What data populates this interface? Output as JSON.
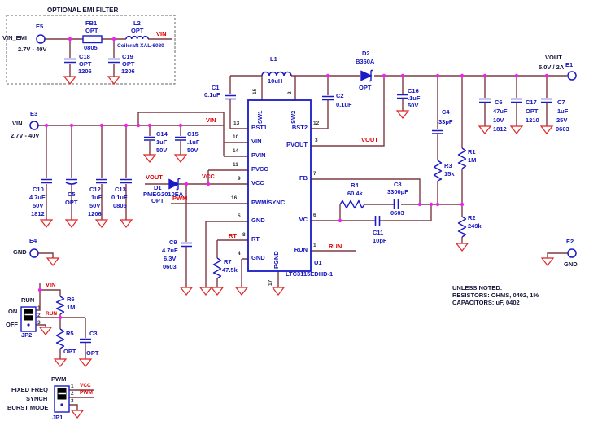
{
  "emi": {
    "title": "OPTIONAL EMI FILTER",
    "e5": "E5",
    "port": "VIN_EMI",
    "range": "2.7V - 40V",
    "fb1": [
      "FB1",
      "OPT",
      "0805"
    ],
    "l2": [
      "L2",
      "OPT"
    ],
    "l2_note": "Coilcraft XAL-6030",
    "vin": "VIN",
    "c18": [
      "C18",
      "OPT",
      "1206"
    ],
    "c19": [
      "C19",
      "OPT",
      "1206"
    ]
  },
  "input": {
    "e3": "E3",
    "port": "VIN",
    "range": "2.7V - 40V",
    "vin": "VIN",
    "c10": [
      "C10",
      "4.7uF",
      "50V",
      "1812"
    ],
    "c5": [
      "C5",
      "OPT"
    ],
    "c12": [
      "C12",
      "1uF",
      "50V",
      "1206"
    ],
    "c13": [
      "C13",
      "0.1uF",
      "0805"
    ],
    "c14": [
      "C14",
      "1uF",
      "50V"
    ],
    "c15": [
      "C15",
      ".1uF",
      "50V"
    ],
    "e4": "E4",
    "e4_port": "GND"
  },
  "top": {
    "c1": [
      "C1",
      "0.1uF"
    ],
    "l1": [
      "L1",
      "10uH"
    ],
    "c2": [
      "C2",
      "0.1uF"
    ],
    "d2": [
      "D2",
      "B360A",
      "OPT"
    ]
  },
  "ic": {
    "u1": "U1",
    "part": "LTC3115EDHD-1",
    "sw1": "SW1",
    "sw2": "SW2",
    "bst1": "BST1",
    "vin": "VIN",
    "pvin": "PVIN",
    "pvcc": "PVCC",
    "vcc": "VCC",
    "pwmsync": "PWM/SYNC",
    "gnd_a": "GND",
    "rt": "RT",
    "gnd_b": "GND",
    "pgnd": "PGND",
    "bst2": "BST2",
    "pvout": "PVOUT",
    "fb": "FB",
    "vc": "VC",
    "run": "RUN",
    "p15": "15",
    "p2": "2",
    "p13": "13",
    "p10": "10",
    "p14": "14",
    "p11": "11",
    "p9": "9",
    "p16": "16",
    "p5": "5",
    "p8": "8",
    "p4": "4",
    "p17": "17",
    "p12": "12",
    "p3": "3",
    "p7": "7",
    "p6": "6",
    "p1": "1"
  },
  "out": {
    "vout": "VOUT",
    "rating": "5.0V / 2A",
    "e1": "E1",
    "vout_net": "VOUT",
    "c16": [
      "C16",
      ".1uF",
      "50V"
    ],
    "c4": [
      "C4",
      "33pF"
    ],
    "r3": [
      "R3",
      "15k"
    ],
    "r1": [
      "R1",
      "1M"
    ],
    "r2": [
      "R2",
      "249k"
    ],
    "c6": [
      "C6",
      "47uF",
      "10V",
      "1812"
    ],
    "c17": [
      "C17",
      "OPT",
      "1210"
    ],
    "c7": [
      "C7",
      "1uF",
      "25V",
      "0603"
    ],
    "e2": "E2",
    "e2_port": "GND"
  },
  "fbk": {
    "r4": [
      "R4",
      "60.4k"
    ],
    "c8": [
      "C8",
      "3300pF",
      "0603"
    ],
    "c11": [
      "C11",
      "10pF"
    ],
    "run": "RUN"
  },
  "vcc": {
    "vout": "VOUT",
    "d1": [
      "D1",
      "PMEG2010EA",
      "OPT"
    ],
    "vcc": "VCC",
    "pwm": "PWM",
    "rt": "RT",
    "c9": [
      "C9",
      "4.7uF",
      "6.3V",
      "0603"
    ],
    "r7": [
      "R7",
      "47.5k"
    ]
  },
  "jp2": {
    "title": "RUN",
    "on": "ON",
    "off": "OFF",
    "ref": "JP2",
    "p1": "1",
    "p2": "2",
    "p3": "3",
    "vin": "VIN",
    "run": "RUN",
    "r6": [
      "R6",
      "1M"
    ],
    "r5": [
      "R5",
      "OPT"
    ],
    "c3": [
      "C3",
      "OPT"
    ]
  },
  "jp1": {
    "title": "PWM",
    "m1": "FIXED FREQ",
    "m2": "SYNCH",
    "m3": "BURST MODE",
    "ref": "JP1",
    "p1": "1",
    "p2": "2",
    "p3": "3",
    "vcc": "VCC",
    "pwm": "PWM"
  },
  "notes": {
    "l1": "UNLESS NOTED:",
    "l2": "RESISTORS: OHMS, 0402, 1%",
    "l3": "CAPACITORS:  uF, 0402"
  },
  "colors": {
    "wire": "#7d3a42",
    "symbol": "#1a1ac8",
    "net_label": "#e00000",
    "junction": "#f020f0",
    "ground": "#e02525"
  }
}
